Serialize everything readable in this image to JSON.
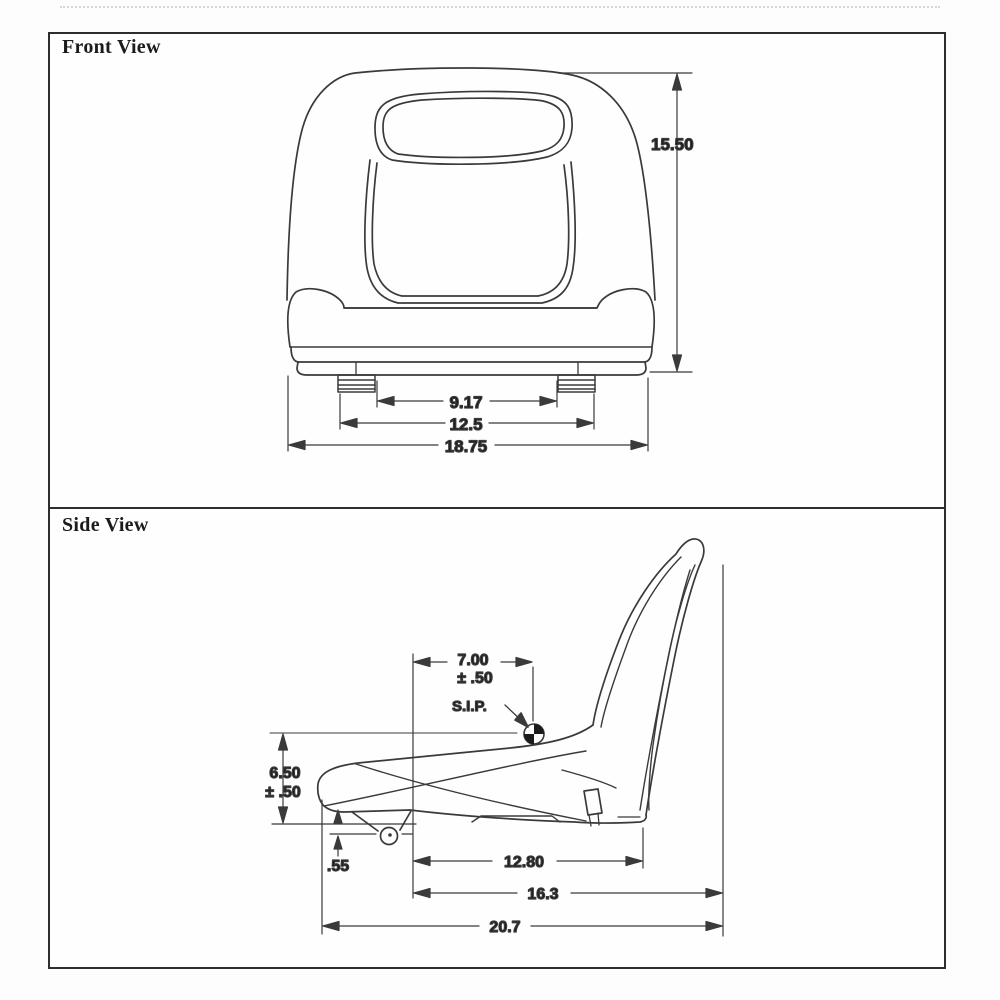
{
  "colors": {
    "line": "#3a3a3a",
    "frame_border": "#2e2e2e",
    "background": "#fdfdfd",
    "text": "#1b1b1b"
  },
  "front_view": {
    "title": "Front View",
    "dims": {
      "height": "15.50",
      "inner_mount_spacing": "9.17",
      "outer_mount_spacing": "12.5",
      "overall_width": "18.75"
    }
  },
  "side_view": {
    "title": "Side View",
    "dims": {
      "sip_setback": "7.00",
      "sip_setback_tolerance": "± .50",
      "sip_label": "S.I.P.",
      "sip_height": "6.50",
      "sip_height_tolerance": "± .50",
      "front_bracket_drop": ".55",
      "rail_length": "12.80",
      "base_depth": "16.3",
      "overall_depth": "20.7"
    }
  }
}
